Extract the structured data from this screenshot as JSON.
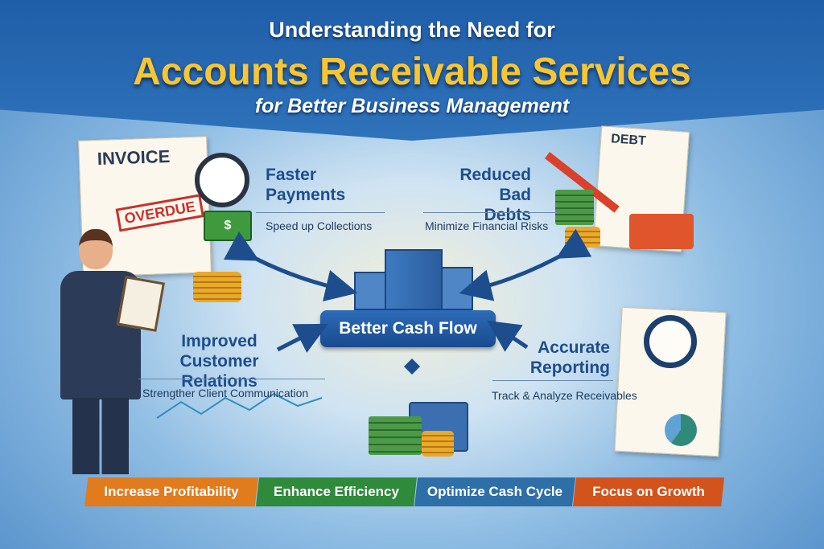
{
  "title": {
    "line1": "Understanding the Need for",
    "line2": "Accounts Receivable Services",
    "line3": "for Better Business Management"
  },
  "center": {
    "label": "Better Cash Flow"
  },
  "benefits": [
    {
      "heading_1": "Faster",
      "heading_2": "Payments",
      "subtext": "Speed up Collections"
    },
    {
      "heading_1": "Reduced",
      "heading_2": "Bad Debts",
      "subtext": "Minimize Financial Risks"
    },
    {
      "heading_1": "Improved",
      "heading_2": "Customer Relations",
      "subtext": "Strengther Client Communication"
    },
    {
      "heading_1": "Accurate",
      "heading_2": "Reporting",
      "subtext": "Track & Analyze Receivables"
    }
  ],
  "illustration": {
    "invoice": "INVOICE",
    "overdue": "OVERDUE",
    "debt": "DEBT",
    "dollar": "$"
  },
  "outcomes": [
    {
      "label": "Increase Profitability",
      "color": "#e07b1e"
    },
    {
      "label": "Enhance Efficiency",
      "color": "#2f8a3c"
    },
    {
      "label": "Optimize Cash Cycle",
      "color": "#2f6fa8"
    },
    {
      "label": "Focus on Growth",
      "color": "#d2531c"
    }
  ]
}
